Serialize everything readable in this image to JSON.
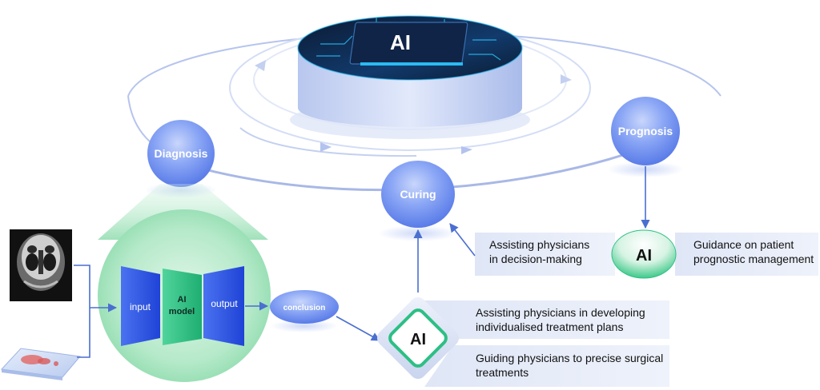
{
  "nodes": {
    "diagnosis": "Diagnosis",
    "curing": "Curing",
    "prognosis": "Prognosis",
    "conclusion": "conclusion"
  },
  "chip": {
    "label": "AI"
  },
  "model": {
    "input": "input",
    "model_line1": "AI",
    "model_line2": "model",
    "output": "output"
  },
  "ai_badges": {
    "prognosis_ai": "AI",
    "treatment_ai": "AI"
  },
  "prognosis_panel": {
    "left_line1": "Assisting physicians",
    "left_line2": "in decision-making",
    "right_line1": "Guidance on patient",
    "right_line2": "prognostic management"
  },
  "treatment_panel": {
    "top_line1": "Assisting physicians in developing",
    "top_line2": "individualised treatment plans",
    "bottom_line1": "Guiding physicians to precise surgical",
    "bottom_line2": "treatments"
  },
  "colors": {
    "node_blue": "#6f8ff0",
    "block_blue": "#2f56e0",
    "block_green": "#2dbf85",
    "arrow": "#4a6fd0",
    "panel": "#e6ebf7",
    "chip_glow": "#2cc7ff"
  },
  "icons": {
    "ct_scan": "ct-scan-image",
    "tissue_slide": "tissue-slide-image",
    "chip": "ai-chip-image"
  }
}
